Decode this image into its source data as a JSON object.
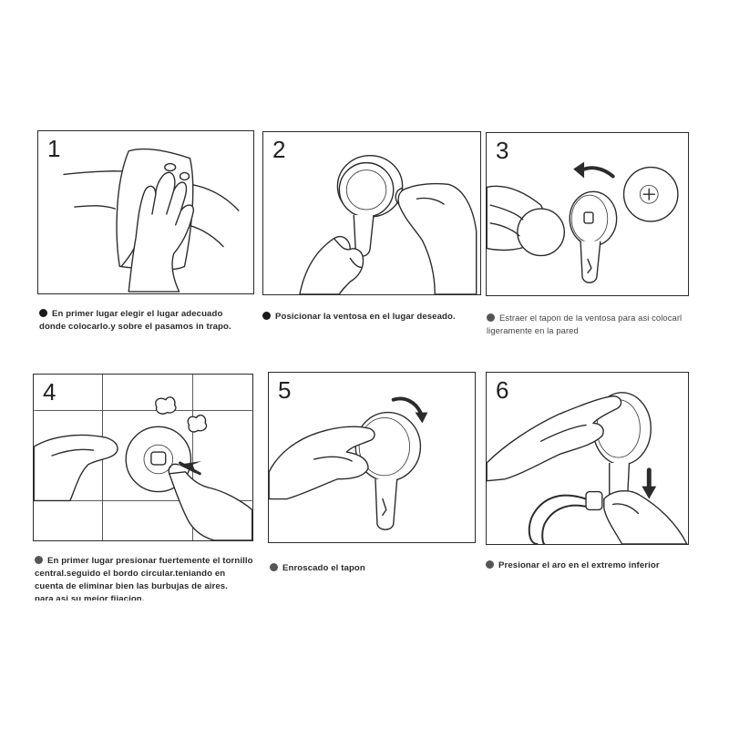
{
  "steps": [
    {
      "number": "1",
      "caption_lines": [
        "En primer lugar elegir el lugar adecuado",
        "donde colocarlo.y sobre el pasamos in trapo."
      ]
    },
    {
      "number": "2",
      "caption_lines": [
        "Posicionar la ventosa en el lugar deseado."
      ]
    },
    {
      "number": "3",
      "caption_lines": [
        "Estraer el tapon de la ventosa para asi colocarl",
        "ligeramente en la pared"
      ]
    },
    {
      "number": "4",
      "caption_lines": [
        "En primer lugar presionar fuertemente el tornillo",
        "central.seguido el bordo circular.teniando en",
        "cuenta de eliminar bien las burbujas de aires.",
        "para asi su mejor fijacion."
      ]
    },
    {
      "number": "5",
      "caption_lines": [
        "Enroscado el tapon"
      ]
    },
    {
      "number": "6",
      "caption_lines": [
        "Presionar el aro en el extremo inferior"
      ]
    }
  ],
  "colors": {
    "line": "#2b2b2b",
    "bullet": "#1b1b1b",
    "background": "#ffffff"
  },
  "icons": [
    "hand-wiping-icon",
    "suction-cup-icon",
    "curved-arrow-icon",
    "down-arrow-icon",
    "towel-ring-icon"
  ]
}
